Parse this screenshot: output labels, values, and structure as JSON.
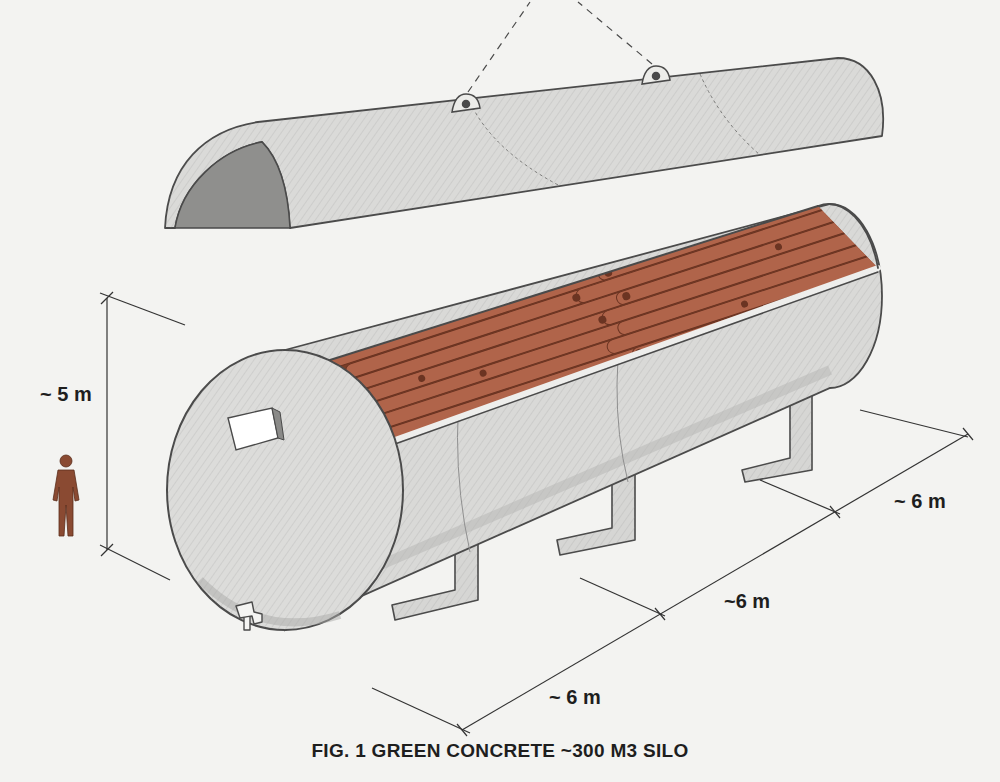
{
  "diagram": {
    "caption": "FIG. 1 GREEN CONCRETE ~300 M3 SILO",
    "labels": [
      "~ 5 m",
      "~ 6 m",
      "~6 m",
      "~ 6 m"
    ]
  }
}
